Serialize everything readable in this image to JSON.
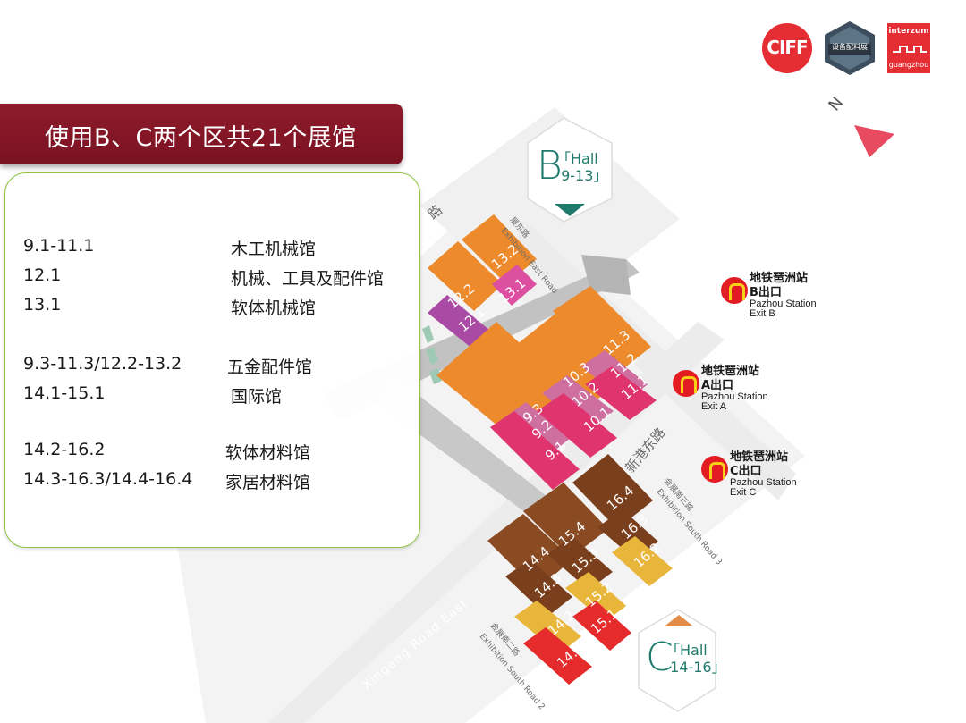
{
  "title": "使用B、C两个区共21个展馆",
  "halls_list": [
    {
      "range": "9.1-11.1",
      "name": "木工机械馆"
    },
    {
      "range": "12.1",
      "name": "机械、工具及配件馆"
    },
    {
      "range": "13.1",
      "name": "软体机械馆"
    },
    {
      "range": "9.3-11.3/12.2-13.2",
      "name": "五金配件馆"
    },
    {
      "range": "14.1-15.1",
      "name": "国际馆"
    },
    {
      "range": "14.2-16.2",
      "name": "软体材料馆"
    },
    {
      "range": "14.3-16.3/14.4-16.4",
      "name": "家居材料馆"
    }
  ],
  "logos": {
    "ciff": "CIFF",
    "middle": "设备配料展",
    "interzum_top": "interzum",
    "interzum_bottom": "guangzhou"
  },
  "compass": {
    "north": "N"
  },
  "zones": {
    "b": {
      "letter": "B",
      "hall_text": "「Hall\n 9-13」"
    },
    "c": {
      "letter": "C",
      "hall_text": "「Hall\n 14-16」"
    }
  },
  "stations": [
    {
      "cn": "地铁琶洲站",
      "exit_cn": "B出口",
      "en": "Pazhou Station",
      "exit_en": "Exit B"
    },
    {
      "cn": "地铁琶洲站",
      "exit_cn": "A出口",
      "en": "Pazhou Station",
      "exit_en": "Exit A"
    },
    {
      "cn": "地铁琶洲站",
      "exit_cn": "C出口",
      "en": "Pazhou Station",
      "exit_en": "Exit C"
    }
  ],
  "roads": {
    "road_char": "路",
    "xingang_east_cn": "新港东路",
    "xingang_east_en": "Xingang Road East",
    "south_3_cn": "会展南三路",
    "south_3_en": "Exhibition South Road 3",
    "south_2_cn": "会展南二路",
    "south_2_en": "Exhibition South Road 2",
    "east_cn": "展东路",
    "east_en": "Exhibition East Road"
  },
  "hall_labels": {
    "h9_1": "9.1",
    "h9_2": "9.2",
    "h9_3": "9.3",
    "h10_1": "10.1",
    "h10_2": "10.2",
    "h10_3": "10.3",
    "h11_1": "11.1",
    "h11_2": "11.2",
    "h11_3": "11.3",
    "h12_1": "12.1",
    "h12_2": "12.2",
    "h13_1": "13.1",
    "h13_2": "13.2",
    "h14_1": "14.1",
    "h14_2": "14.2",
    "h14_3": "14.3",
    "h14_4": "14.4",
    "h15_1": "15.1",
    "h15_2": "15.2",
    "h15_3": "15.3",
    "h15_4": "15.4",
    "h16_2": "16.2",
    "h16_3": "16.3",
    "h16_4": "16.4"
  },
  "colors": {
    "woodworking_pink": "#e0346f",
    "hardware_orange": "#ec8a2c",
    "machinery_purple": "#a94aa4",
    "soft_machinery_pink": "#dd4fa0",
    "international_red": "#e52b2b",
    "soft_material_yellow": "#e8b63a",
    "home_material_brown": "#7a3f1c",
    "banner_red": "#8e1b2b",
    "panel_green": "#8cc63f",
    "zone_teal": "#1f7a6c"
  }
}
